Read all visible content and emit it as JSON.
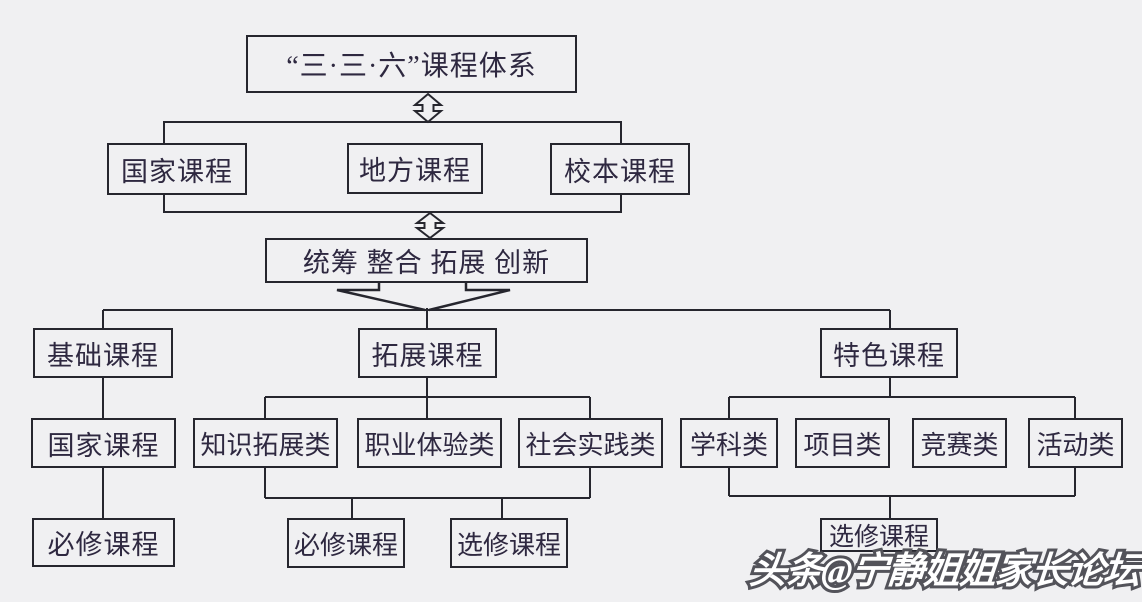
{
  "diagram": {
    "title": "“三·三·六”课程体系",
    "top_levels": [
      "国家课程",
      "地方课程",
      "校本课程"
    ],
    "integration_box": "统筹 整合 拓展 创新",
    "branches": [
      {
        "label": "基础课程",
        "children": [
          "国家课程"
        ],
        "outcomes": [
          "必修课程"
        ]
      },
      {
        "label": "拓展课程",
        "children": [
          "知识拓展类",
          "职业体验类",
          "社会实践类"
        ],
        "outcomes": [
          "必修课程",
          "选修课程"
        ]
      },
      {
        "label": "特色课程",
        "children": [
          "学科类",
          "项目类",
          "竞赛类",
          "活动类"
        ],
        "outcomes": [
          "选修课程"
        ]
      }
    ],
    "watermark": "头条@宁静姐姐家长论坛",
    "colors": {
      "background": "#f0f0f2",
      "line": "#26262e",
      "text": "#2e2840"
    }
  }
}
